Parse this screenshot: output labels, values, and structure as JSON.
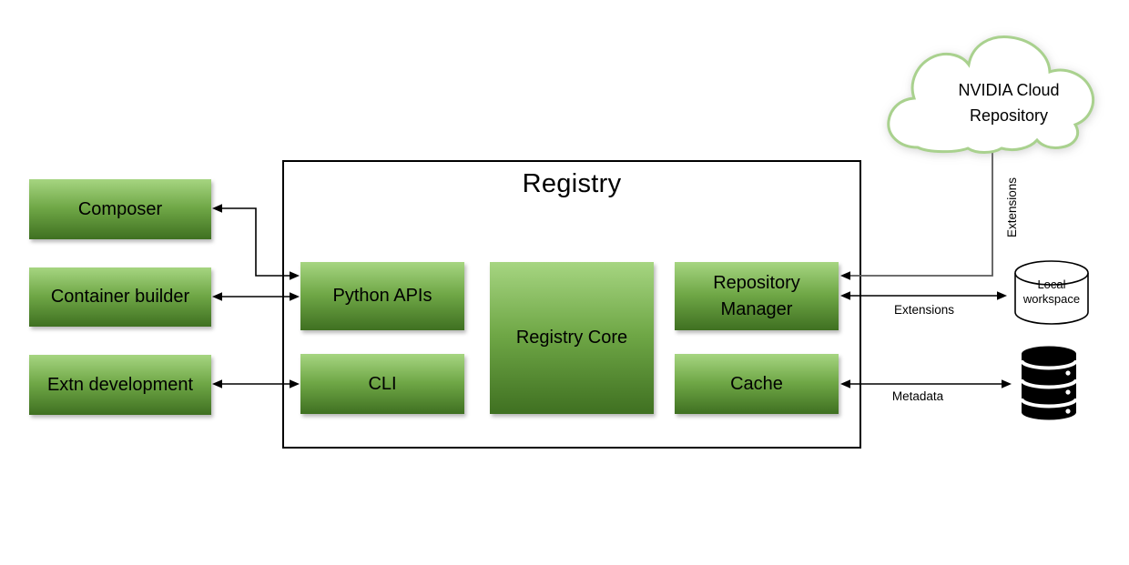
{
  "colors": {
    "box_gradient_top": "#a6d581",
    "box_gradient_bottom": "#3f7021",
    "cloud_stroke": "#a9d18e",
    "connector_gray": "#595959",
    "arrow_black": "#000000"
  },
  "icons": {
    "cloud": "cloud-shape",
    "local_workspace": "cylinder-icon",
    "database": "database-icon"
  },
  "cloud": {
    "line1": "NVIDIA Cloud",
    "line2": "Repository"
  },
  "registry": {
    "title": "Registry",
    "boxes": {
      "python_apis": {
        "label": "Python APIs"
      },
      "cli": {
        "label": "CLI"
      },
      "registry_core": {
        "label": "Registry Core"
      },
      "repository_manager": {
        "label": "Repository Manager"
      },
      "cache": {
        "label": "Cache"
      }
    }
  },
  "clients": {
    "composer": {
      "label": "Composer"
    },
    "container_builder": {
      "label": "Container builder"
    },
    "extn_development": {
      "label": "Extn development"
    }
  },
  "storage": {
    "local_workspace": {
      "line1": "Local",
      "line2": "workspace"
    }
  },
  "labels": {
    "extensions_vertical": "Extensions",
    "extensions_horizontal": "Extensions",
    "metadata": "Metadata"
  }
}
